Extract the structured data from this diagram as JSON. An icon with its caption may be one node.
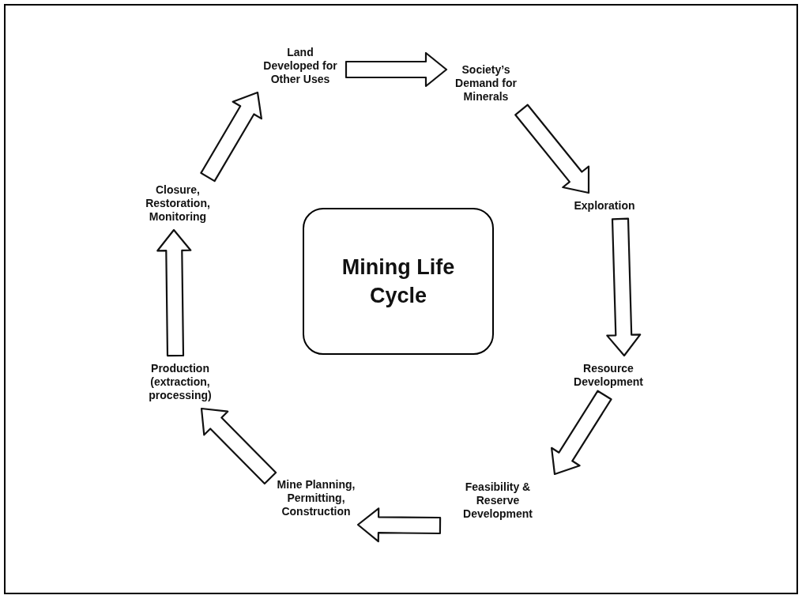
{
  "diagram": {
    "nodes": [
      {
        "text": [
          "Mining Life Cycle"
        ]
      },
      {
        "text": [
          "Land Developed for Other Uses"
        ]
      },
      {
        "text": [
          "Society’s Demand for Minerals"
        ]
      },
      {
        "text": [
          "Exploration"
        ]
      },
      {
        "text": [
          "Resource Development"
        ]
      },
      {
        "text": [
          "Feasibility & Reserve Development"
        ]
      },
      {
        "text": [
          "Mine Planning, Permitting, Construction"
        ]
      },
      {
        "text": [
          "Production (extraction, processing)"
        ]
      },
      {
        "text": [
          "Closure, Restoration, Monitoring"
        ]
      }
    ],
    "edges": [
      {
        "from": 1,
        "to": 2,
        "arrow": "to"
      },
      {
        "from": 2,
        "to": 3,
        "arrow": "to"
      },
      {
        "from": 3,
        "to": 4,
        "arrow": "to"
      },
      {
        "from": 4,
        "to": 5,
        "arrow": "to"
      },
      {
        "from": 5,
        "to": 6,
        "arrow": "to"
      },
      {
        "from": 6,
        "to": 7,
        "arrow": "to"
      },
      {
        "from": 7,
        "to": 8,
        "arrow": "to"
      },
      {
        "from": 8,
        "to": 1,
        "arrow": "to"
      }
    ]
  }
}
